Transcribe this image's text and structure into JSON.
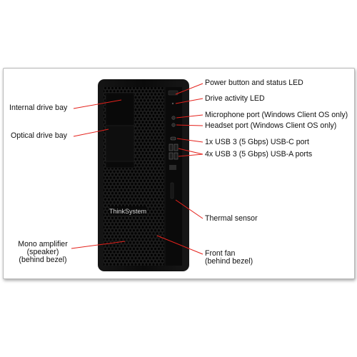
{
  "product": {
    "front_badge": "ThinkSystem"
  },
  "colors": {
    "callout_line": "#e4211b",
    "chassis": "#0b0b0b",
    "border": "#b9b9b9"
  },
  "callouts": {
    "power_button": "Power button and status LED",
    "drive_activity": "Drive activity LED",
    "microphone": "Microphone port (Windows Client OS only)",
    "headset": "Headset port (Windows Client OS only)",
    "usb_c": "1x USB 3 (5 Gbps) USB-C port",
    "usb_a": "4x USB 3 (5 Gbps) USB-A ports",
    "thermal": "Thermal sensor",
    "internal_bay": "Internal drive bay",
    "optical_bay": "Optical drive bay",
    "mono_line1": "Mono amplifier",
    "mono_line2": "(speaker)",
    "mono_line3": "(behind bezel)",
    "fan_line1": "Front fan",
    "fan_line2": "(behind bezel)"
  }
}
